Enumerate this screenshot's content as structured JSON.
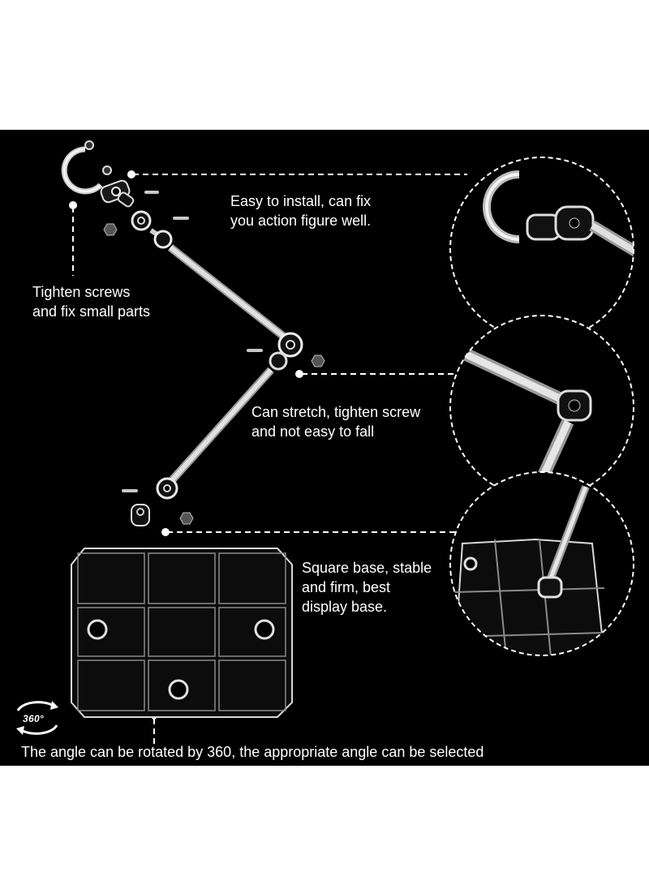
{
  "captions": {
    "install": "Easy to install, can fix\nyou action figure well.",
    "screws": "Tighten screws\nand fix small parts",
    "stretch": "Can stretch, tighten screw\nand not easy to fall",
    "base": "Square base, stable\nand firm, best\ndisplay base.",
    "rotate": "The angle can be rotated by 360, the appropriate angle can be selected"
  },
  "rotation_badge": {
    "label": "360°",
    "icon": "rotate-360-icon"
  },
  "colors": {
    "background": "#000000",
    "text": "#ffffff",
    "outer_background": "#ffffff",
    "plastic": "#e8e8e8"
  }
}
